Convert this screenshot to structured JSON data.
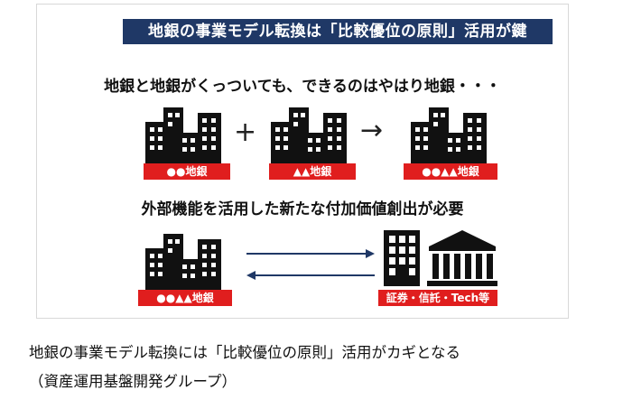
{
  "diagram": {
    "title": "地銀の事業モデル転換は「比較優位の原則」活用が鍵",
    "headline_1": "地銀と地銀がくっついても、できるのはやはり地銀・・・",
    "headline_2": "外部機能を活用した新たな付加価値創出が必要",
    "bank_a": "●●地銀",
    "bank_b": "▲▲地銀",
    "bank_merged": "●●▲▲地銀",
    "bank_merged_2": "●●▲▲地銀",
    "partners": "証券・信託・Tech等",
    "plus_symbol": "+",
    "arrow_symbol": "→",
    "accent_color": "#e01e1e",
    "title_bg_color": "#1f3866"
  },
  "caption": {
    "line1": "地銀の事業モデル転換には「比較優位の原則」活用がカギとなる",
    "line2": "（資産運用基盤開発グループ）"
  }
}
